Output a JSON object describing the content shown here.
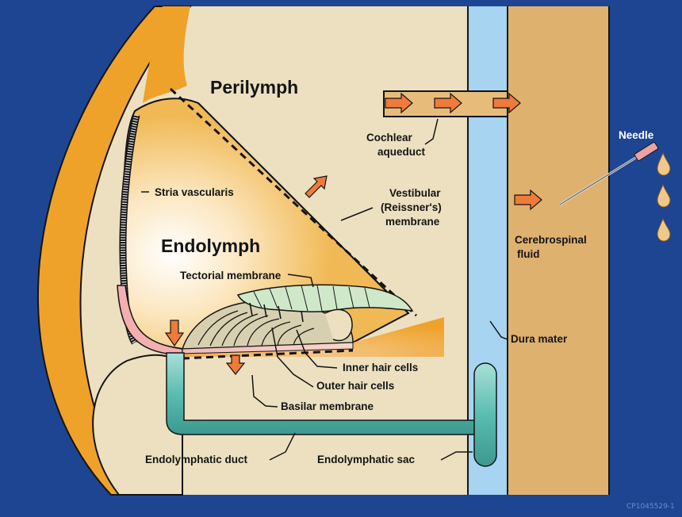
{
  "colors": {
    "background": "#1d4592",
    "bone": "#efa22a",
    "perilymph": "#ece0c1",
    "endolymph_glow": "#ffffff",
    "csf_space": "#dfb16f",
    "dura_mater": "#a7d5f1",
    "duct_sac": "#5bbcb1",
    "arrows": "#ee7b3c"
  },
  "labels": {
    "perilymph": "Perilymph",
    "endolymph": "Endolymph",
    "cochlear_aqueduct": [
      "Cochlear",
      "aqueduct"
    ],
    "stria_vascularis": "Stria  vascularis",
    "vestibular_membrane": [
      "Vestibular",
      "(Reissner's)",
      "membrane"
    ],
    "tectorial_membrane": "Tectorial membrane",
    "inner_hair_cells": "Inner hair cells",
    "outer_hair_cells": "Outer hair cells",
    "basilar_membrane": "Basilar membrane",
    "endolymphatic_duct": "Endolymphatic duct",
    "endolymphatic_sac": "Endolymphatic sac",
    "dura_mater": "Dura mater",
    "cerebrospinal_fluid": [
      "Cerebrospinal",
      "fluid"
    ],
    "needle": "Needle"
  },
  "watermark": "CP1045529-1",
  "icons": [
    "flow-arrow-icon",
    "needle-icon",
    "fluid-drop-icon"
  ]
}
